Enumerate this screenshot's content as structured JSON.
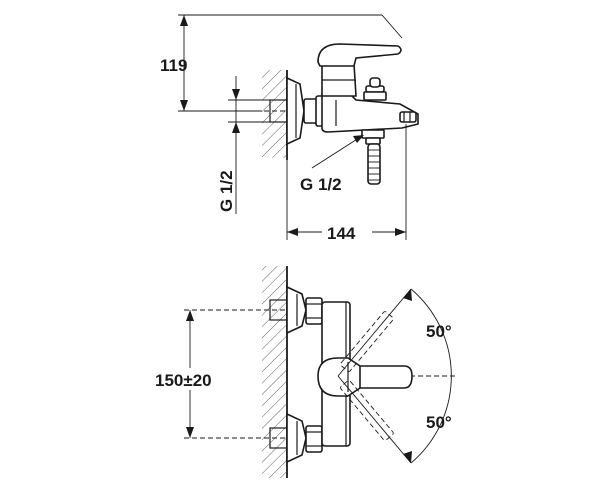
{
  "dimensions": {
    "height_top": "119",
    "thread_vertical": "G 1/2",
    "thread_outlet": "G 1/2",
    "projection": "144",
    "centers": "150±20",
    "angle_upper": "50°",
    "angle_lower": "50°"
  }
}
